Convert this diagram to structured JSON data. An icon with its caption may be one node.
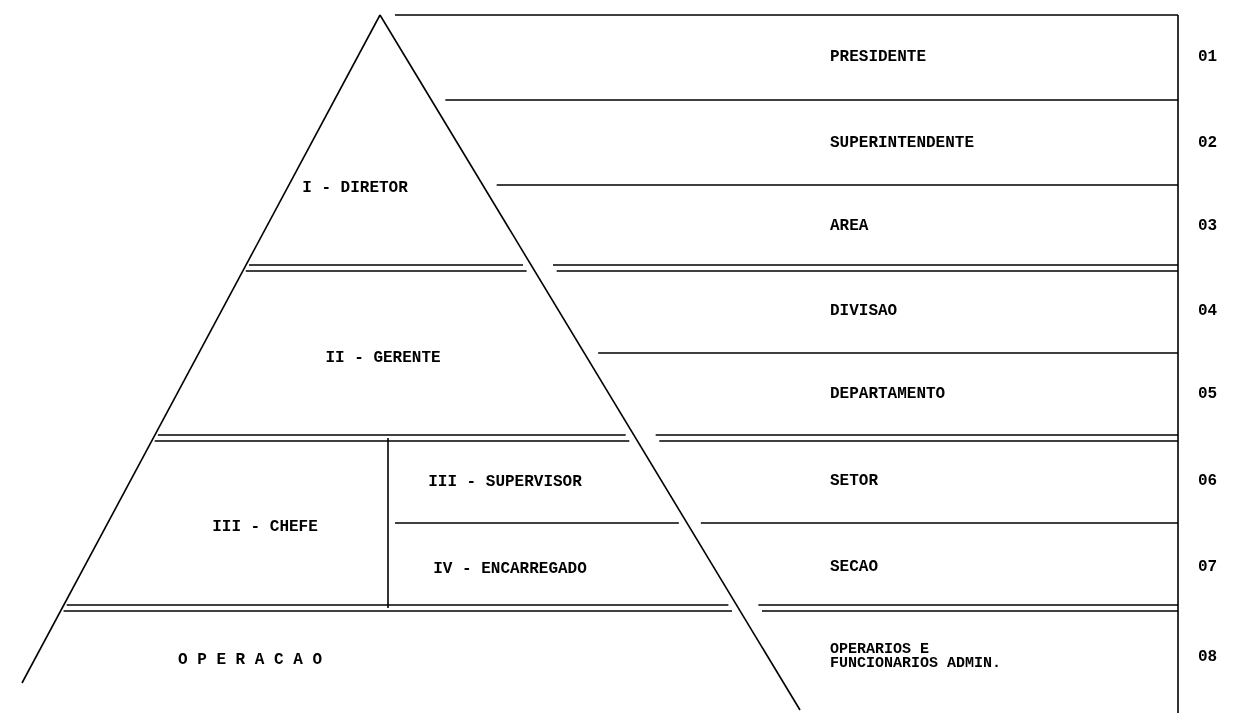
{
  "diagram": {
    "nodes": [
      {
        "text": [
          "I - DIRETOR"
        ]
      },
      {
        "text": [
          "II - GERENTE"
        ]
      },
      {
        "text": [
          "III - CHEFE"
        ]
      },
      {
        "text": [
          "III - SUPERVISOR"
        ]
      },
      {
        "text": [
          "IV - ENCARREGADO"
        ]
      },
      {
        "text": [
          "O P E R A C A O"
        ]
      }
    ],
    "labels": [
      "PRESIDENTE",
      "01",
      "SUPERINTENDENTE",
      "02",
      "AREA",
      "03",
      "DIVISAO",
      "04",
      "DEPARTAMENTO",
      "05",
      "SETOR",
      "06",
      "SECAO",
      "07",
      "OPERARIOS E FUNCIONARIOS ADMIN.",
      "08"
    ]
  }
}
